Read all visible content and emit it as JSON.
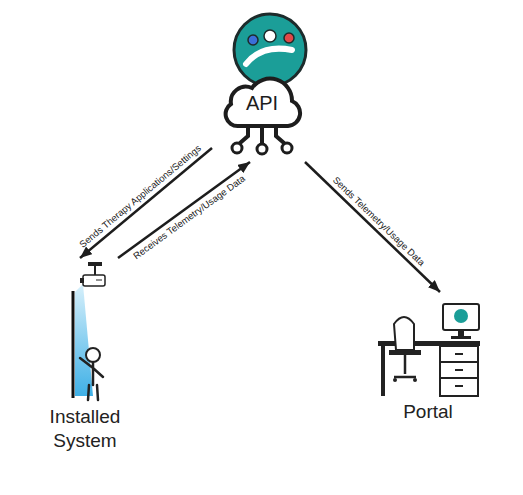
{
  "diagram": {
    "nodes": [
      {
        "text": [
          "API"
        ]
      },
      {
        "text": [
          "Installed System"
        ]
      },
      {
        "text": [
          "Portal"
        ]
      }
    ],
    "edges": [
      {
        "from": 0,
        "to": 1,
        "label": "Sends Therapy Applications/Settings",
        "arrow": "to"
      },
      {
        "from": 1,
        "to": 0,
        "label": "Receives Telemetry/Usage Data",
        "arrow": "to"
      },
      {
        "from": 0,
        "to": 2,
        "label": "Sends Telemetry/Usage Data",
        "arrow": "to"
      }
    ]
  }
}
